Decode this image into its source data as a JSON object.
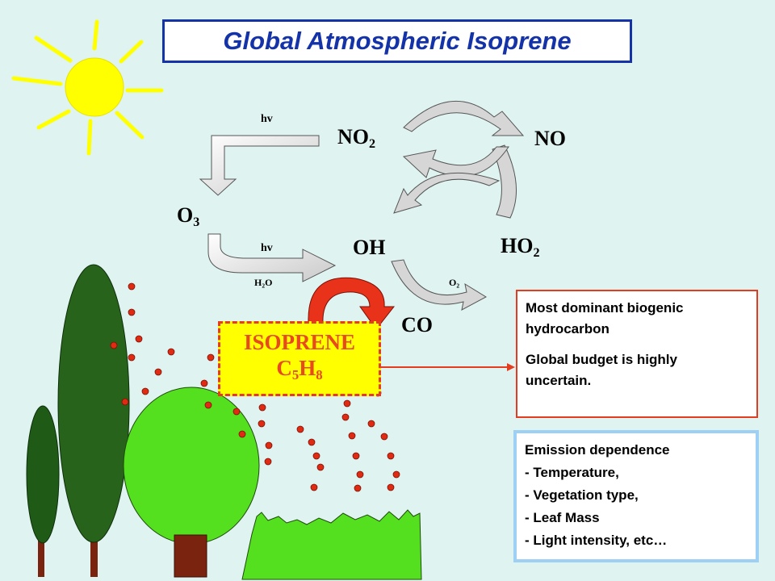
{
  "title": "Global Atmospheric Isoprene",
  "species": {
    "no2": {
      "base": "NO",
      "sub": "2"
    },
    "no": "NO",
    "o3": {
      "base": "O",
      "sub": "3"
    },
    "oh": "OH",
    "ho2": {
      "base": "HO",
      "sub": "2"
    },
    "co": "CO"
  },
  "reaction_labels": {
    "hv_top": "hv",
    "hv_mid": "hv",
    "h2o": {
      "pre": "H",
      "sub": "2",
      "post": "O"
    },
    "o2": {
      "base": "O",
      "sub": "2"
    }
  },
  "isoprene": {
    "name": "ISOPRENE",
    "formula": {
      "c": "C",
      "c_sub": "5",
      "h": "H",
      "h_sub": "8"
    }
  },
  "info_box_1": {
    "line1": "Most dominant biogenic",
    "line2": "hydrocarbon",
    "line3": "Global budget is highly",
    "line4": "uncertain."
  },
  "info_box_2": {
    "heading": "Emission dependence",
    "items": [
      "- Temperature,",
      "- Vegetation type,",
      "- Leaf Mass",
      "- Light intensity,  etc…"
    ]
  },
  "colors": {
    "background": "#dff4f1",
    "title_blue": "#1533a8",
    "isoprene_fill": "#ffff00",
    "isoprene_red": "#e53b1e",
    "sun": "#ffff00",
    "dark_tree": "#1f5a17",
    "mid_tree": "#27631b",
    "light_tree": "#55e01f",
    "trunk": "#7a2410",
    "emission_dot": "#e02b12",
    "arrow_grey": "#cfcfcf",
    "cycle_arrow_fill": "#d6d6d6",
    "co_arrow_red": "#e8321a",
    "info_box_2_border": "#9ed0f5"
  },
  "icons": [
    "sun-icon",
    "tree-icon",
    "shrub-icon",
    "cycle-arrow-icon"
  ]
}
